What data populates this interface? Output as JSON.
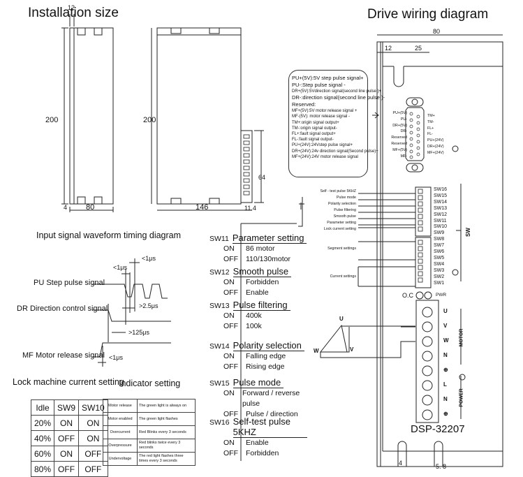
{
  "installation": {
    "title": "Installation size",
    "dims": {
      "side_width": "12",
      "height_left": "200",
      "bottom_left": "4",
      "bottom_width": "80",
      "height_front": "200",
      "depth": "146",
      "connector_depth": "11.4",
      "connector_height": "64"
    }
  },
  "waveform": {
    "title": "Input signal waveform timing diagram",
    "signals": [
      "PU Step pulse signal",
      "DR Direction control signal",
      "MF Motor release signal"
    ],
    "timings": [
      "<1μs",
      "<1μs",
      ">2.5μs",
      ">125μs",
      "<1μs"
    ]
  },
  "lock_current": {
    "title": "Lock machine current setting",
    "headers": [
      "Idle",
      "SW9",
      "SW10"
    ],
    "rows": [
      [
        "20%",
        "ON",
        "ON"
      ],
      [
        "40%",
        "OFF",
        "ON"
      ],
      [
        "60%",
        "ON",
        "OFF"
      ],
      [
        "80%",
        "OFF",
        "OFF"
      ]
    ]
  },
  "indicator": {
    "title": "Indicator setting",
    "rows": [
      [
        "Motor release",
        "The green light is always on"
      ],
      [
        "Motor enabled",
        "The green light flashes"
      ],
      [
        "Overcurrent",
        "Red Blinks every 3 seconds"
      ],
      [
        "Overpressure",
        "Red blinks twice every 3 seconds"
      ],
      [
        "Undervoltage",
        "The red light flashes three times every 3 seconds"
      ]
    ]
  },
  "sw_settings": [
    {
      "sw": "SW11",
      "name": "Parameter setting",
      "options": [
        [
          "ON",
          "86 motor"
        ],
        [
          "OFF",
          "110/130motor"
        ]
      ]
    },
    {
      "sw": "SW12",
      "name": "Smooth pulse",
      "options": [
        [
          "ON",
          "Forbidden"
        ],
        [
          "OFF",
          "Enable"
        ]
      ]
    },
    {
      "sw": "SW13",
      "name": "Pulse filtering",
      "options": [
        [
          "ON",
          "400k"
        ],
        [
          "OFF",
          "100k"
        ]
      ]
    },
    {
      "sw": "SW14",
      "name": "Polarity selection",
      "options": [
        [
          "ON",
          "Falling edge"
        ],
        [
          "OFF",
          "Rising edge"
        ]
      ]
    },
    {
      "sw": "SW15",
      "name": "Pulse mode",
      "options": [
        [
          "ON",
          "Forward / reverse pulse"
        ],
        [
          "OFF",
          "Pulse / direction"
        ]
      ]
    },
    {
      "sw": "SW16",
      "name": "Self-test pulse 5KHZ",
      "options": [
        [
          "ON",
          "Enable"
        ],
        [
          "OFF",
          "Forbidden"
        ]
      ]
    }
  ],
  "wiring": {
    "title": "Drive wiring diagram",
    "dims": {
      "width": "80",
      "left": "12",
      "pitch": "25",
      "bottom_left": "4",
      "bottom_right": "5. 8"
    },
    "signal_notes": [
      "PU+(5V):5V step pulse signal+",
      "PU-:Step pulse signal -",
      "DR+(5V):5Vdirection signal(second line pulse )+",
      "DR-:direction signal(second line pulse )-",
      "Reserved:",
      "MF+(5V):5V motor release signal +",
      "MF-(5V): motor release signal -",
      "TM+:origin signal output+",
      "TM-:origin signal output-",
      "FL+:fault signal output+",
      "FL-:fault signal output-",
      "PU+(24V):24Vstep pulse signal+",
      "DR+(24V):24v direction signal(Second pulse)+",
      "MF+(24V):24V motor release signal"
    ],
    "connector_left": [
      "PU+(5V)",
      "PU-",
      "DR+(5V)",
      "DR-",
      "Reserved",
      "Reserved",
      "MF+(5V)",
      "MF-"
    ],
    "connector_right": [
      "TM+",
      "TM-",
      "FL+",
      "FL-",
      "PU+(24V)",
      "DR+(24V)",
      "MF+(24V)"
    ],
    "dip_labels": [
      "Self - test pulse 5KHZ",
      "Pulse mode",
      "Polarity selection",
      "Pulse filtering",
      "Smooth pulse",
      "Parameter setting",
      "Lock current setting"
    ],
    "group_labels": [
      "Segment settings",
      "Current settings"
    ],
    "switches": [
      "SW16",
      "SW15",
      "SW14",
      "SW13",
      "SW12",
      "SW11",
      "SW10",
      "SW9",
      "SW8",
      "SW7",
      "SW6",
      "SW5",
      "SW4",
      "SW3",
      "SW2",
      "SW1"
    ],
    "sw_group_label": "SW",
    "oc_label": "O.C",
    "pwr_label": "PWR",
    "terminals": [
      "U",
      "V",
      "W",
      "N",
      "⊕",
      "L",
      "N",
      "⊕"
    ],
    "motor_label": "MOTOR",
    "power_label": "POWER",
    "motor_phases": [
      "U",
      "V",
      "W"
    ],
    "model": "DSP-32207"
  }
}
